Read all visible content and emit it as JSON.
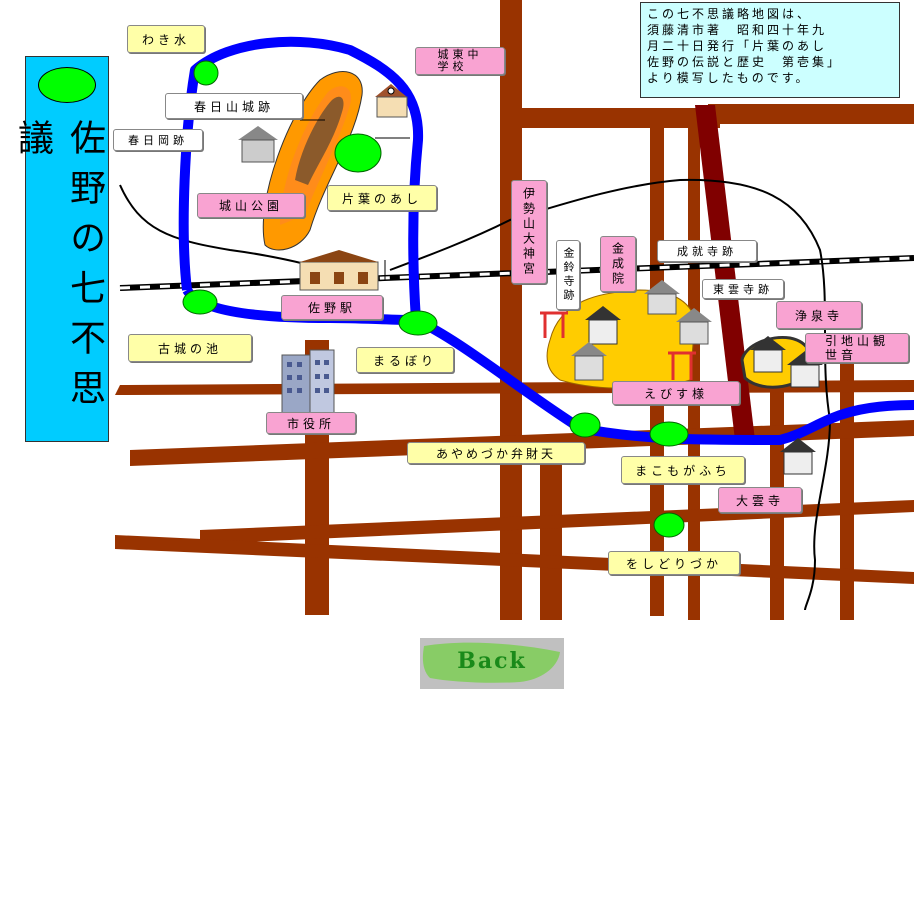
{
  "title": "佐野の七不思議",
  "note": "この七不思議略地図は、\n須藤清市著　昭和四十年九\n月二十日発行「片葉のあし\n佐野の伝説と歴史　第壱集」\nより模写したものです。",
  "back_label": "Back",
  "colors": {
    "road": "#993300",
    "river": "#0000ff",
    "wonder": "#00ff00",
    "panel": "#00ccff",
    "pink_label": "#f9a3d2",
    "yellow_label": "#ffffa8"
  },
  "labels": {
    "wakimizu": "わき水",
    "kasugayama": "春日山城跡",
    "kasugaoka": "春日岡跡",
    "jotochu": "城東中\n学校",
    "joyama_koen": "城山公園",
    "kataha": "片葉のあし",
    "sano_eki": "佐野駅",
    "kojo": "古城の池",
    "marubori": "まるぼり",
    "shiyakusho": "市役所",
    "ayamezuka": "あやめづか弁財天",
    "ise": "伊勢山大神宮",
    "kinreiji": "金鈴寺跡",
    "konjoin": "金成院",
    "jojuji": "成就寺跡",
    "tounji": "東雲寺跡",
    "jousenji": "浄泉寺",
    "hikiji": "引地山観\n世音",
    "ebisu": "えびす様",
    "makomo": "まこもがふち",
    "daiunji": "大雲寺",
    "oshidori": "をしどりづか"
  }
}
